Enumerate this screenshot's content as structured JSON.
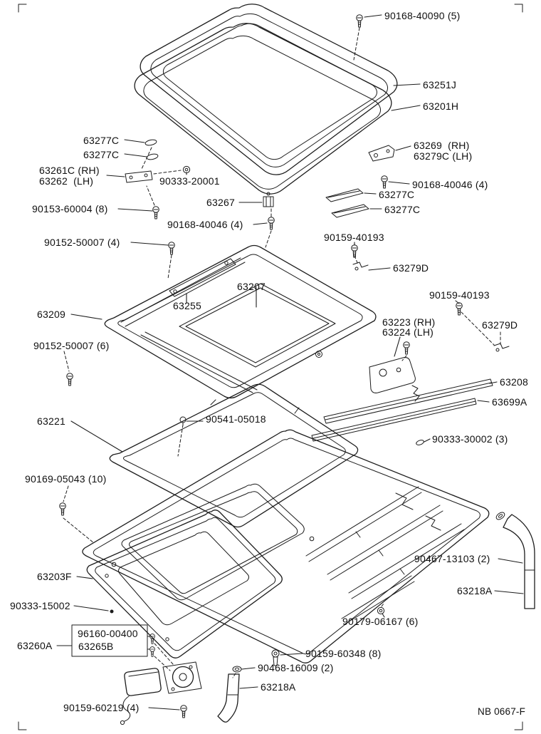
{
  "colors": {
    "ink": "#1c1c1c",
    "background": "#ffffff"
  },
  "drawing_code": "NB 0667-F",
  "labels": [
    "90168-40090 (5)",
    "63251J",
    "63201H",
    "63277C",
    "63277C",
    "63269  (RH)",
    "63279C (LH)",
    "63261C (RH)",
    "63262  (LH)",
    "90333-20001",
    "90168-40046 (4)",
    "63277C",
    "63277C",
    "90153-60004 (8)",
    "63267",
    "90168-40046 (4)",
    "90152-50007 (4)",
    "90159-40193",
    "63279D",
    "63207",
    "90159-40193",
    "63209",
    "63255",
    "63223 (RH)",
    "63224 (LH)",
    "63279D",
    "90152-50007 (6)",
    "63208",
    "63699A",
    "63221",
    "90541-05018",
    "90333-30002 (3)",
    "90169-05043 (10)",
    "90467-13103 (2)",
    "63203F",
    "63218A",
    "90333-15002",
    "90179-06167 (6)",
    "96160-00400",
    "63260A",
    "63265B",
    "90159-60348 (8)",
    "90468-16009 (2)",
    "63218A",
    "90159-60219 (4)"
  ]
}
